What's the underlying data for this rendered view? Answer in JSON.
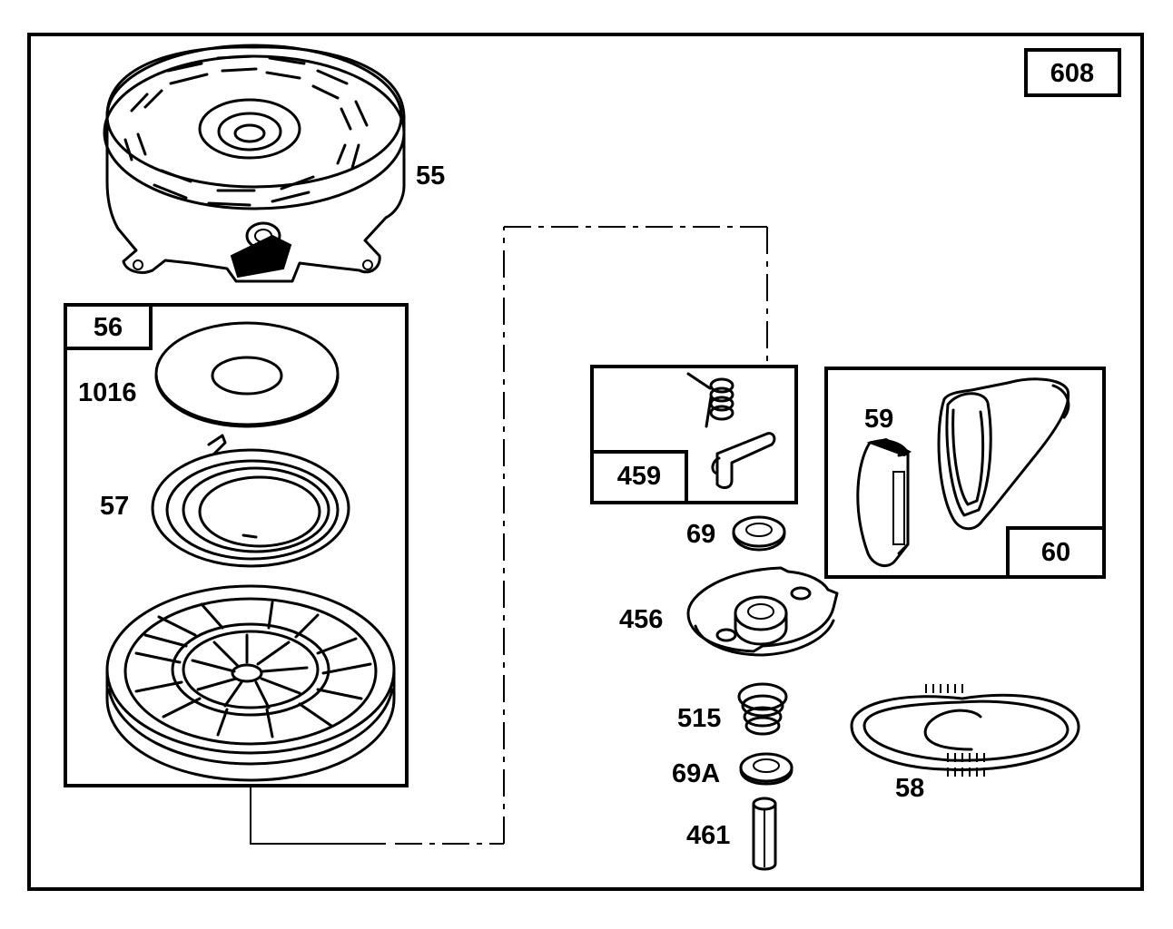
{
  "assembly": {
    "number": "608"
  },
  "kits": [
    {
      "id": "56",
      "label": "56"
    },
    {
      "id": "459",
      "label": "459"
    },
    {
      "id": "60",
      "label": "60"
    }
  ],
  "parts": [
    {
      "id": "55",
      "label": "55",
      "icon": "blower-housing-icon"
    },
    {
      "id": "1016",
      "label": "1016",
      "icon": "washer-disc-icon"
    },
    {
      "id": "57",
      "label": "57",
      "icon": "rewind-spring-icon"
    },
    {
      "id": "459-dog-spring",
      "icon": "dog-spring-icon"
    },
    {
      "id": "459-dog",
      "icon": "starter-dog-icon"
    },
    {
      "id": "69",
      "label": "69",
      "icon": "washer-icon"
    },
    {
      "id": "456",
      "label": "456",
      "icon": "retainer-icon"
    },
    {
      "id": "515",
      "label": "515",
      "icon": "spring-icon"
    },
    {
      "id": "69A",
      "label": "69A",
      "icon": "washer-icon"
    },
    {
      "id": "461",
      "label": "461",
      "icon": "pin-icon"
    },
    {
      "id": "59",
      "label": "59",
      "icon": "handle-insert-icon"
    },
    {
      "id": "58",
      "label": "58",
      "icon": "rope-icon"
    },
    {
      "id": "pulley",
      "icon": "pulley-icon"
    }
  ]
}
